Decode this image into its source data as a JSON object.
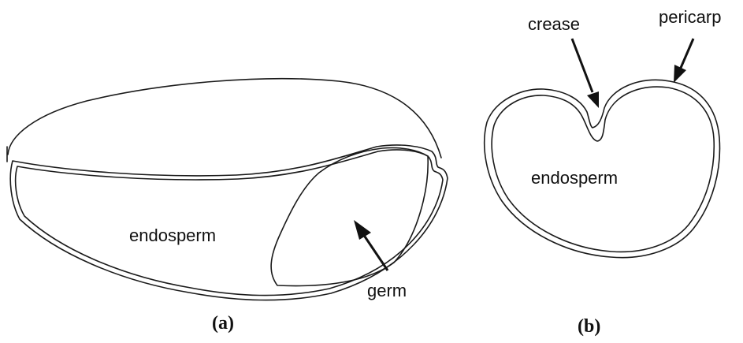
{
  "panel_a": {
    "label_endosperm": "endosperm",
    "label_germ": "germ",
    "caption": "(a)"
  },
  "panel_b": {
    "label_crease": "crease",
    "label_pericarp": "pericarp",
    "label_endosperm": "endosperm",
    "caption": "(b)"
  }
}
